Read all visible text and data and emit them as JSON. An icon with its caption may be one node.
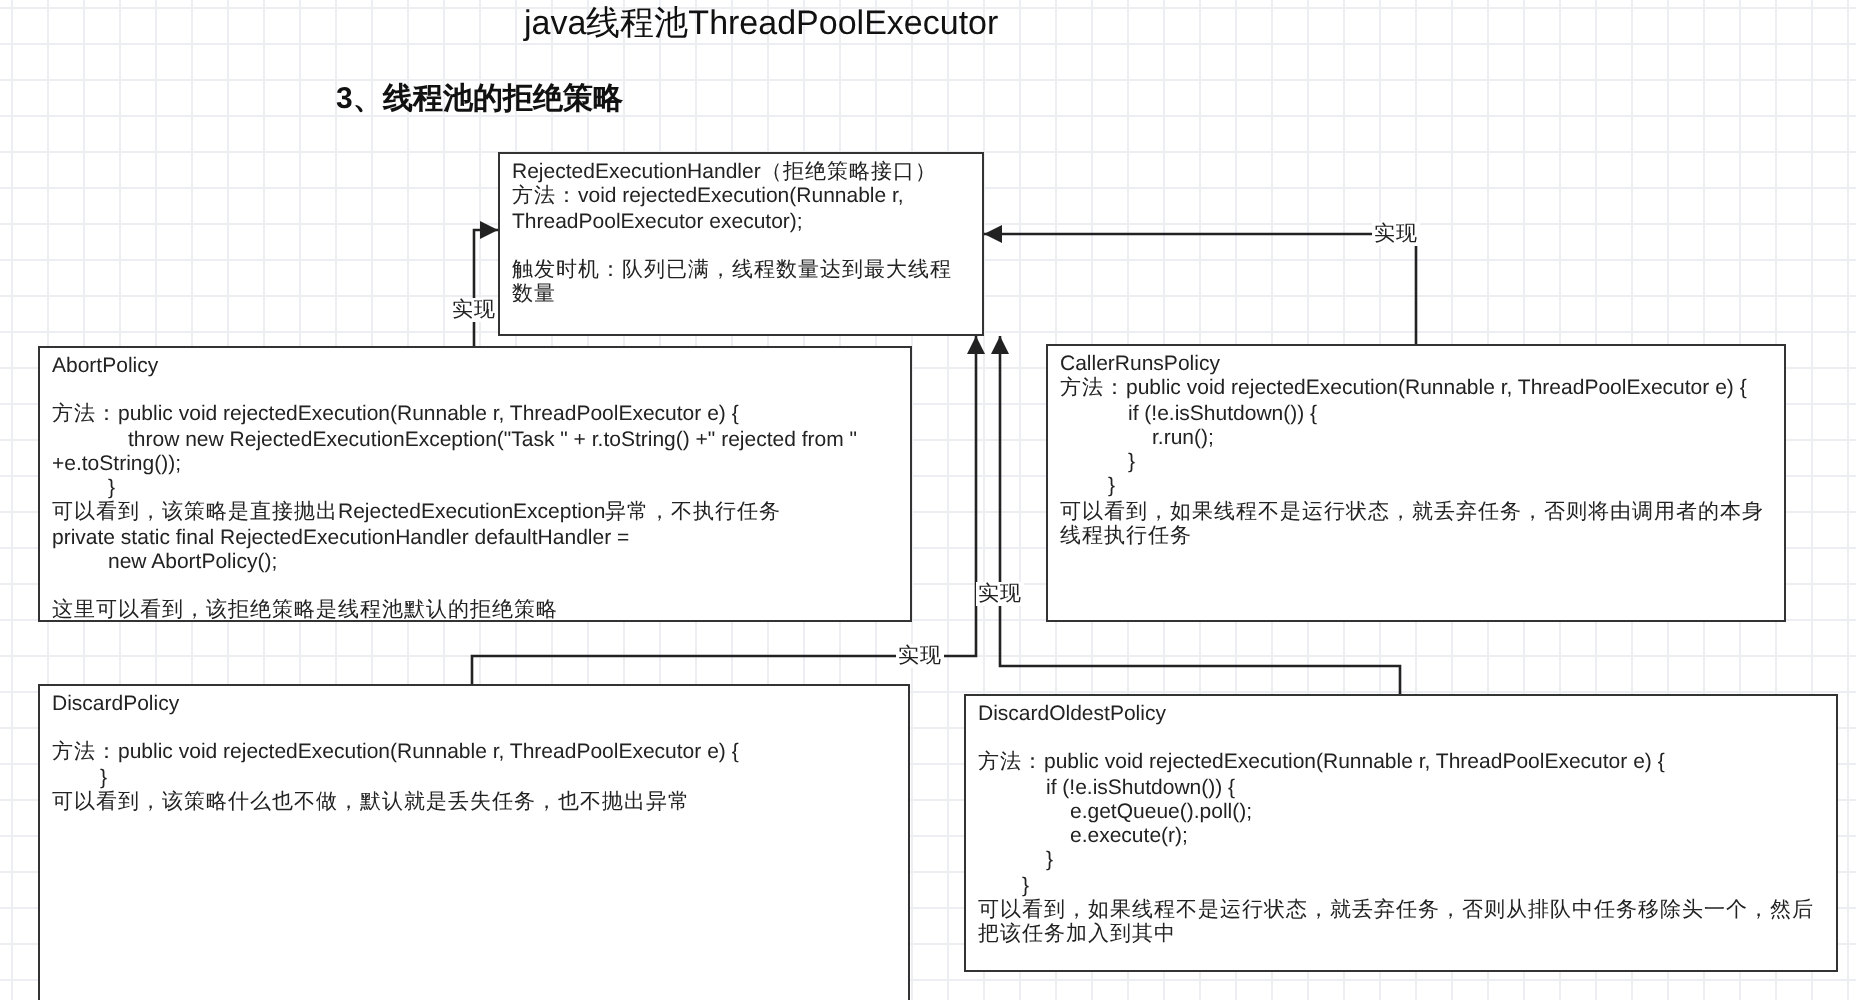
{
  "diagram": {
    "title": "java线程池ThreadPoolExecutor",
    "nodes": [
      {
        "text": [
          "RejectedExecutionHandler（拒绝策略接口）",
          "方法：void rejectedExecution(Runnable r, ThreadPoolExecutor executor);",
          "触发时机：队列已满，线程数量达到最大线程数量"
        ]
      },
      {
        "text": [
          "AbortPolicy",
          "方法：public void rejectedExecution(Runnable r, ThreadPoolExecutor e) {",
          "throw new RejectedExecutionException(\"Task \" + r.toString() +\" rejected from \" +e.toString());",
          "}",
          "可以看到，该策略是直接抛出RejectedExecutionException异常，不执行任务",
          "private static final RejectedExecutionHandler defaultHandler =",
          "new AbortPolicy();",
          "这里可以看到，该拒绝策略是线程池默认的拒绝策略"
        ]
      },
      {
        "text": [
          "CallerRunsPolicy",
          "方法：public void rejectedExecution(Runnable r, ThreadPoolExecutor e) {",
          "if (!e.isShutdown()) {",
          "r.run();",
          "}",
          "}",
          "可以看到，如果线程不是运行状态，就丢弃任务，否则将由调用者的本身线程执行任务"
        ]
      },
      {
        "text": [
          "DiscardPolicy",
          "方法：public void rejectedExecution(Runnable r, ThreadPoolExecutor e) {",
          "}",
          "可以看到，该策略什么也不做，默认就是丢失任务，也不抛出异常"
        ]
      },
      {
        "text": [
          "DiscardOldestPolicy",
          "方法：public void rejectedExecution(Runnable r, ThreadPoolExecutor e) {",
          "if (!e.isShutdown()) {",
          "e.getQueue().poll();",
          "e.execute(r);",
          "}",
          "}",
          "可以看到，如果线程不是运行状态，就丢弃任务，否则从排队中任务移除头一个，然后把该任务加入到其中"
        ]
      }
    ],
    "edges": [
      {
        "from": 1,
        "to": 0,
        "arrow": "to",
        "label": "实现"
      },
      {
        "from": 2,
        "to": 0,
        "arrow": "to",
        "label": "实现"
      },
      {
        "from": 3,
        "to": 0,
        "arrow": "to",
        "label": "实现"
      },
      {
        "from": 4,
        "to": 0,
        "arrow": "to",
        "label": "实现"
      }
    ],
    "labels": [
      "3、线程池的拒绝策略"
    ]
  }
}
